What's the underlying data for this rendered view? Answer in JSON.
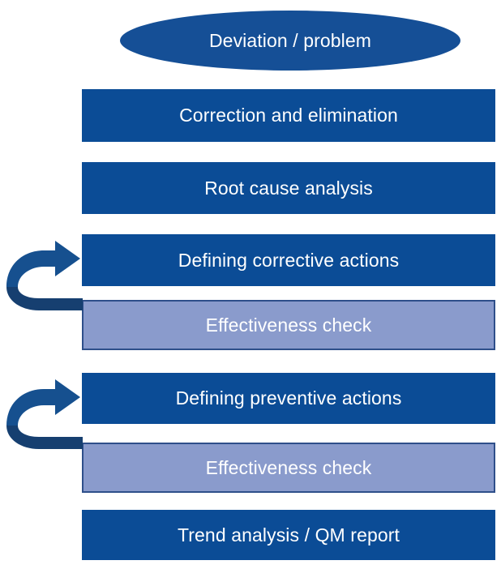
{
  "diagram": {
    "title_node": {
      "label": "Deviation / problem",
      "shape": "ellipse",
      "fill": "#154F96"
    },
    "steps": [
      {
        "label": "Correction and elimination",
        "style": "primary",
        "fill": "#0B4C96",
        "text_color": "#FFFFFF"
      },
      {
        "label": "Root cause analysis",
        "style": "primary",
        "fill": "#0B4C96",
        "text_color": "#FFFFFF"
      },
      {
        "label": "Defining corrective actions",
        "style": "primary",
        "fill": "#0B4C96",
        "text_color": "#FFFFFF"
      },
      {
        "label": "Effectiveness check",
        "style": "secondary",
        "fill": "#8A9BCC",
        "text_color": "#FFFFFF",
        "border": "#2E4F8A"
      },
      {
        "label": "Defining preventive actions",
        "style": "primary",
        "fill": "#0B4C96",
        "text_color": "#FFFFFF"
      },
      {
        "label": "Effectiveness check",
        "style": "secondary",
        "fill": "#8A9BCC",
        "text_color": "#FFFFFF",
        "border": "#2E4F8A"
      },
      {
        "label": "Trend analysis / QM report",
        "style": "primary",
        "fill": "#0B4C96",
        "text_color": "#FFFFFF"
      }
    ],
    "loop_arrows": [
      {
        "name": "corrective-actions-loop-arrow",
        "from_step": "Effectiveness check",
        "to_step": "Defining corrective actions",
        "color": "#16508F"
      },
      {
        "name": "preventive-actions-loop-arrow",
        "from_step": "Effectiveness check",
        "to_step": "Defining preventive actions",
        "color": "#16508F"
      }
    ],
    "colors": {
      "primary_blue": "#0B4C96",
      "ellipse_blue": "#154F96",
      "secondary_blue": "#8A9BCC",
      "secondary_border": "#2E4F8A",
      "arrow_blue": "#16508F",
      "arrow_shadow": "#123F73",
      "background": "#FFFFFF",
      "text": "#FFFFFF"
    }
  }
}
